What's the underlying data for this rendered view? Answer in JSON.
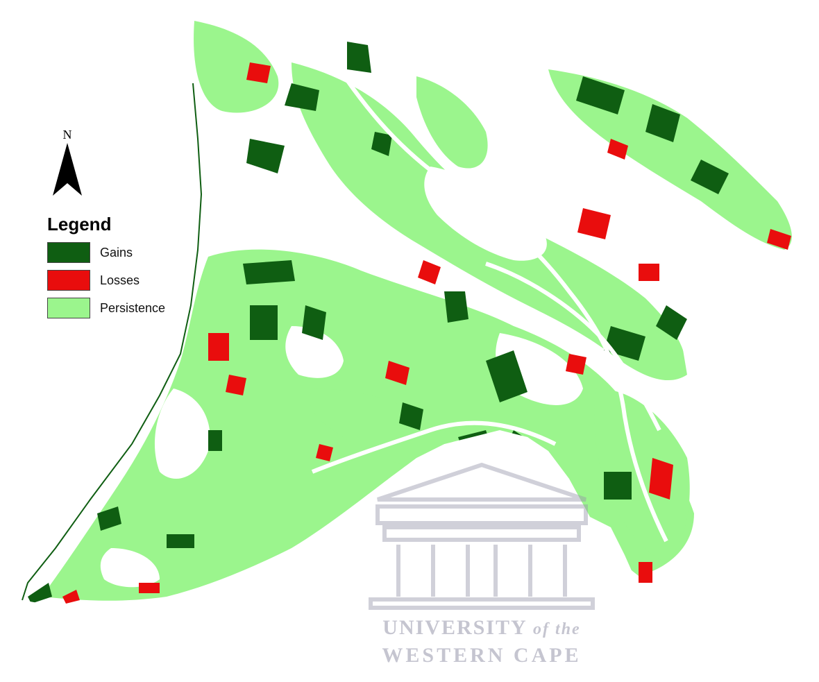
{
  "north": {
    "label": "N",
    "icon": "north-arrow-icon"
  },
  "legend": {
    "title": "Legend",
    "items": [
      {
        "label": "Gains",
        "color": "#0f5e12"
      },
      {
        "label": "Losses",
        "color": "#e90d0d"
      },
      {
        "label": "Persistence",
        "color": "#9bf58d"
      }
    ]
  },
  "watermark": {
    "line1": "UNIVERSITY",
    "line1_suffix": "of the",
    "line2": "WESTERN CAPE",
    "color": "#9a9ab0"
  },
  "colors": {
    "background": "#ffffff",
    "gains": "#0f5e12",
    "losses": "#e90d0d",
    "persistence": "#9bf58d"
  }
}
